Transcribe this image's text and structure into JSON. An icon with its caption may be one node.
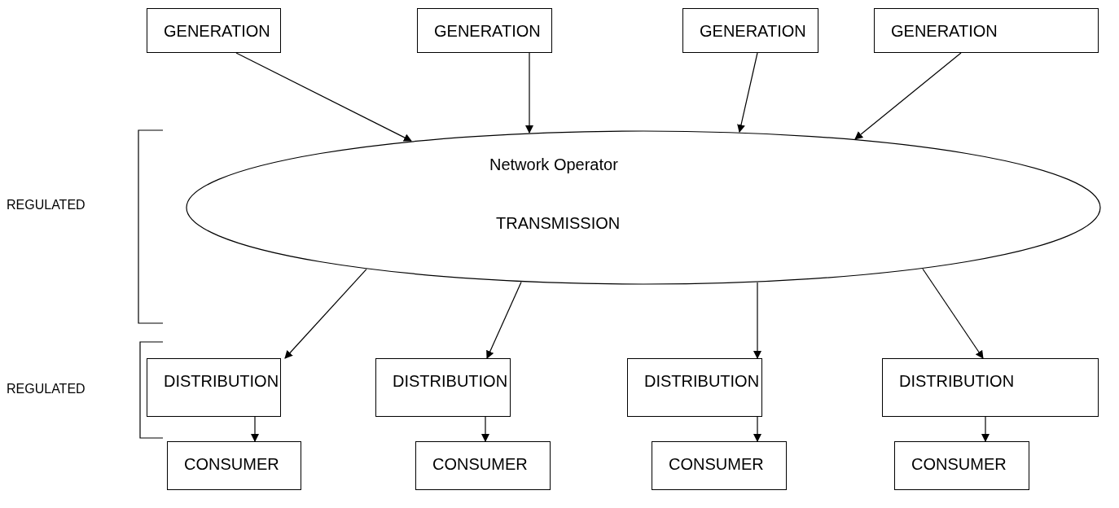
{
  "diagram": {
    "nodes": [
      {
        "text": [
          "GENERATION"
        ]
      },
      {
        "text": [
          "GENERATION"
        ]
      },
      {
        "text": [
          "GENERATION"
        ]
      },
      {
        "text": [
          "GENERATION"
        ]
      },
      {
        "text": [
          "Network Operator",
          "TRANSMISSION"
        ]
      },
      {
        "text": [
          "DISTRIBUTION"
        ]
      },
      {
        "text": [
          "DISTRIBUTION"
        ]
      },
      {
        "text": [
          "DISTRIBUTION"
        ]
      },
      {
        "text": [
          "DISTRIBUTION"
        ]
      },
      {
        "text": [
          "CONSUMER"
        ]
      },
      {
        "text": [
          "CONSUMER"
        ]
      },
      {
        "text": [
          "CONSUMER"
        ]
      },
      {
        "text": [
          "CONSUMER"
        ]
      }
    ],
    "edges": [
      {
        "from": 0,
        "to": 4,
        "arrow": "to"
      },
      {
        "from": 1,
        "to": 4,
        "arrow": "to"
      },
      {
        "from": 2,
        "to": 4,
        "arrow": "to"
      },
      {
        "from": 3,
        "to": 4,
        "arrow": "to"
      },
      {
        "from": 4,
        "to": 5,
        "arrow": "to"
      },
      {
        "from": 4,
        "to": 6,
        "arrow": "to"
      },
      {
        "from": 4,
        "to": 7,
        "arrow": "to"
      },
      {
        "from": 4,
        "to": 8,
        "arrow": "to"
      },
      {
        "from": 5,
        "to": 9,
        "arrow": "to"
      },
      {
        "from": 6,
        "to": 10,
        "arrow": "to"
      },
      {
        "from": 7,
        "to": 11,
        "arrow": "to"
      },
      {
        "from": 8,
        "to": 12,
        "arrow": "to"
      }
    ],
    "labels": [
      "REGULATED",
      "REGULATED"
    ]
  }
}
